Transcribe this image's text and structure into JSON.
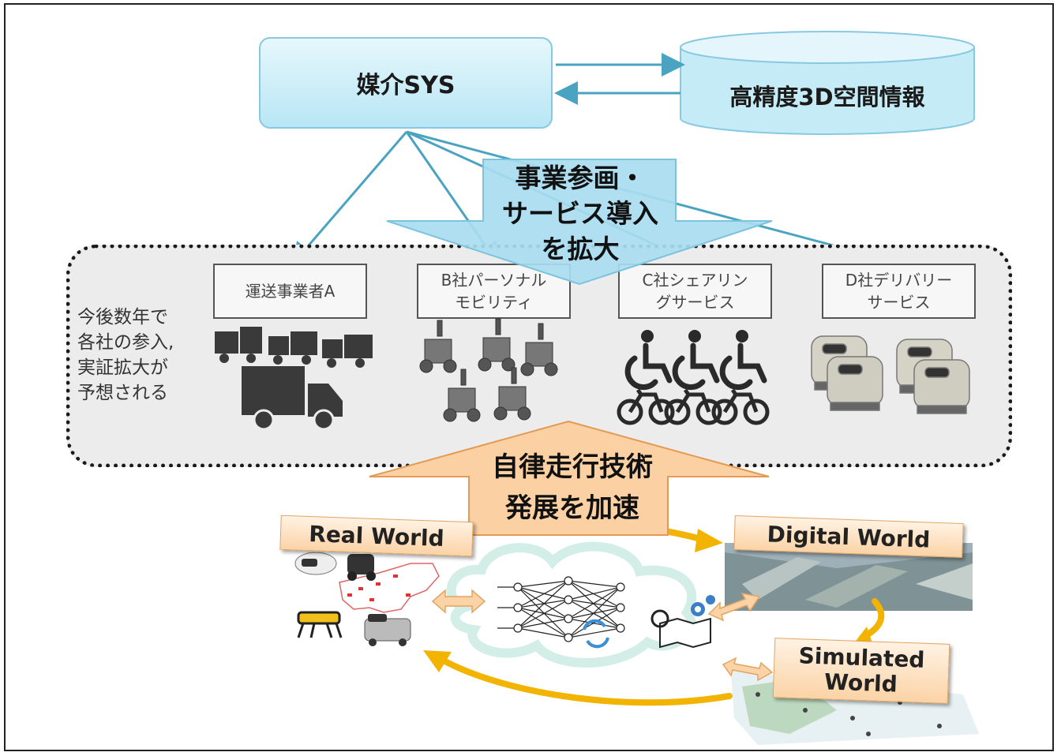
{
  "media_sys": {
    "label": "媒介SYS"
  },
  "database": {
    "label": "高精度3D空間情報"
  },
  "top_arrow": {
    "line1": "事業参画・",
    "line2": "サービス導入",
    "line3": "を拡大"
  },
  "region": {
    "lines": [
      "今後数年で",
      "各社の参入,",
      "実証拡大が",
      "予想される"
    ]
  },
  "companies": [
    {
      "line1": "運送事業者A",
      "line2": ""
    },
    {
      "line1": "B社パーソナル",
      "line2": "モビリティ"
    },
    {
      "line1": "C社シェアリン",
      "line2": "グサービス"
    },
    {
      "line1": "D社デリバリー",
      "line2": "サービス"
    }
  ],
  "bottom_arrow": {
    "line1": "自律走行技術",
    "line2": "発展を加速"
  },
  "worlds": {
    "real": "Real World",
    "digital": "Digital World",
    "simulated_line1": "Simulated",
    "simulated_line2": "World"
  },
  "colors": {
    "link_arrow": "#4aa3c0",
    "blue_arrow": "#9fd9ef",
    "orange_arrow": "#f8b56a",
    "cycle_arrow": "#f2b400",
    "region_border": "#1a1a1a"
  },
  "icons": [
    "truck-icon",
    "wheelchair-mobility-icon",
    "wheelchair-user-icon",
    "bicycle-icon",
    "delivery-robot-icon",
    "neural-network-icon",
    "cloud-icon",
    "map-icon",
    "gear-icon",
    "japan-map-icon",
    "robot-dog-icon"
  ]
}
